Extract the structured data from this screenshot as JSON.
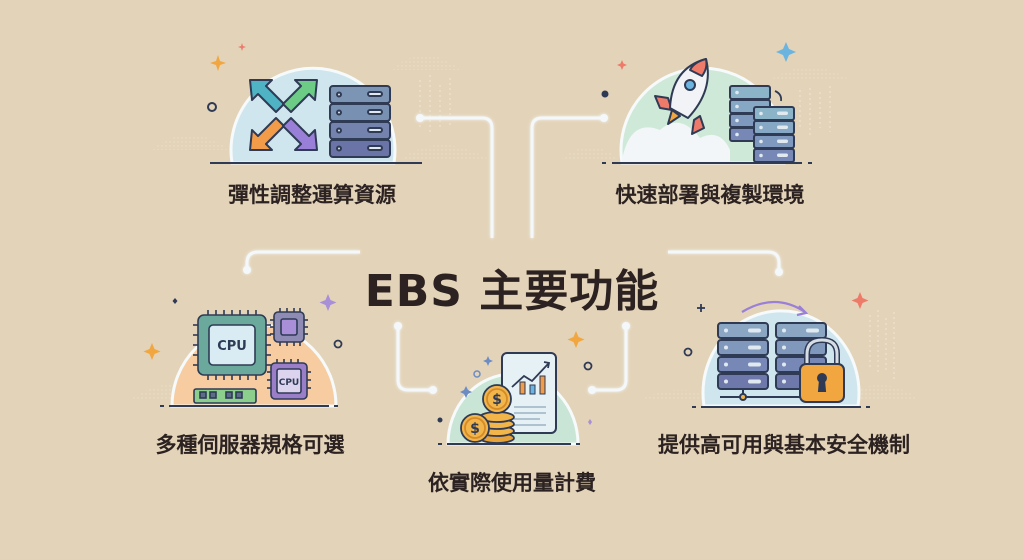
{
  "title": "EBS 主要功能",
  "colors": {
    "background": "#e3d3b8",
    "text": "#2b2221",
    "connector": "#f4f8fa",
    "accent_orange": "#f2a640",
    "accent_purple": "#9b7fd6",
    "accent_blue": "#6cb4e0",
    "accent_coral": "#ee7a6a"
  },
  "features": [
    {
      "id": "elastic",
      "label": "彈性調整運算資源",
      "icon": "scale-arrows-server-icon"
    },
    {
      "id": "deploy",
      "label": "快速部署與複製環境",
      "icon": "rocket-server-clone-icon"
    },
    {
      "id": "specs",
      "label": "多種伺服器規格可選",
      "icon": "cpu-chips-icon"
    },
    {
      "id": "billing",
      "label": "依實際使用量計費",
      "icon": "coins-chart-icon"
    },
    {
      "id": "security",
      "label": "提供高可用與基本安全機制",
      "icon": "servers-lock-icon"
    }
  ],
  "icon_text": {
    "cpu_large": "CPU",
    "cpu_small": "CPU",
    "dollar": "$"
  }
}
